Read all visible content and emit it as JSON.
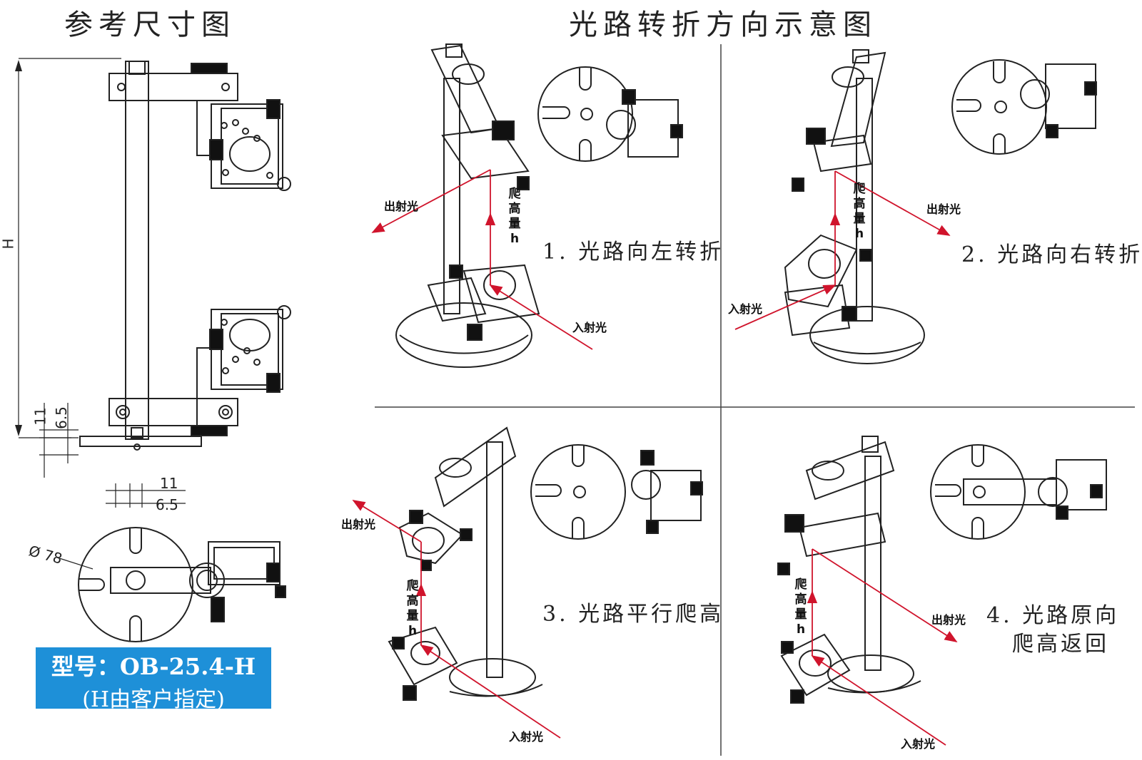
{
  "titles": {
    "left": "参考尺寸图",
    "right": "光路转折方向示意图"
  },
  "dimensions": {
    "height_symbol": "H",
    "dim_11_a": "11",
    "dim_6_5_a": "6.5",
    "dim_11_b": "11",
    "dim_6_5_b": "6.5",
    "diameter": "Ø 78"
  },
  "model_box": {
    "line1": "型号：OB-25.4-H",
    "line2": "(H由客户指定)",
    "color": "#1e90d8"
  },
  "panels": [
    {
      "caption": "1. 光路向左转折",
      "out_label": "出射光",
      "in_label": "入射光",
      "climb": [
        "爬",
        "高",
        "量",
        "h"
      ]
    },
    {
      "caption": "2. 光路向右转折",
      "out_label": "出射光",
      "in_label": "入射光",
      "climb": [
        "爬",
        "高",
        "量",
        "h"
      ]
    },
    {
      "caption": "3. 光路平行爬高",
      "out_label": "出射光",
      "in_label": "入射光",
      "climb": [
        "爬",
        "高",
        "量",
        "h"
      ]
    },
    {
      "caption_line1": "4. 光路原向",
      "caption_line2": "爬高返回",
      "out_label": "出射光",
      "in_label": "入射光",
      "climb": [
        "爬",
        "高",
        "量",
        "h"
      ]
    }
  ],
  "colors": {
    "beam": "#d0142c",
    "line": "#222222",
    "knob": "#111111"
  }
}
